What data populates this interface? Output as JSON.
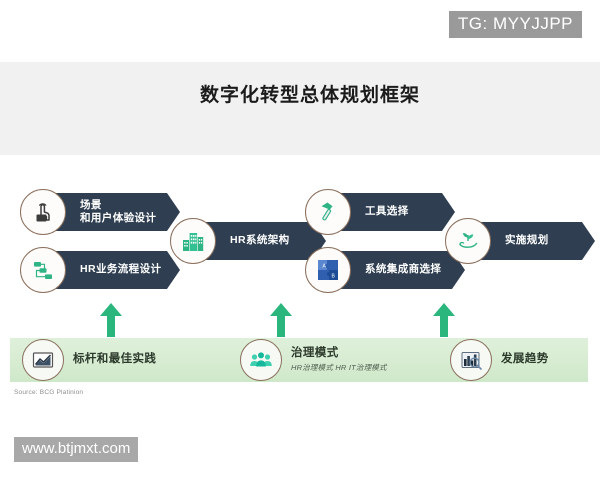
{
  "watermarks": {
    "telegram": "TG: MYYJJPP",
    "site": "www.btjmxt.com"
  },
  "header": {
    "title": "数字化转型总体规划框架"
  },
  "colors": {
    "chevron": "#2f3f51",
    "bubble_border": "#8a6f5c",
    "arrow_green": "#2bb67d",
    "foundation_band": "#d7ecd2",
    "header_band": "#f1f1f1",
    "icon_green": "#2fb486",
    "icon_blue": "#2f5fae"
  },
  "diagram": {
    "nodes": [
      {
        "id": "scenario-ux-design",
        "icon": "hand-tap-icon",
        "lines": [
          "场景",
          "和用户体验设计"
        ],
        "column": 1
      },
      {
        "id": "hr-process-design",
        "icon": "flowchart-icon",
        "lines": [
          "HR业务流程设计"
        ],
        "column": 1
      },
      {
        "id": "hr-system-architecture",
        "icon": "buildings-icon",
        "lines": [
          "HR系统架构"
        ],
        "column": 2
      },
      {
        "id": "tool-selection",
        "icon": "hammer-icon",
        "lines": [
          "工具选择"
        ],
        "column": 3
      },
      {
        "id": "system-integrator-selection",
        "icon": "puzzle-icon",
        "lines": [
          "系统集成商选择"
        ],
        "column": 3
      },
      {
        "id": "implementation-plan",
        "icon": "sprout-hand-icon",
        "lines": [
          "实施规划"
        ],
        "column": 4
      }
    ],
    "foundation": [
      {
        "id": "benchmark-best-practice",
        "icon": "chart-picture-icon",
        "title": "标杆和最佳实践",
        "subtitle": ""
      },
      {
        "id": "governance-model",
        "icon": "people-group-icon",
        "title": "治理模式",
        "subtitle": "HR治理模式   HR IT治理模式"
      },
      {
        "id": "development-trend",
        "icon": "bar-chart-magnifier-icon",
        "title": "发展趋势",
        "subtitle": ""
      }
    ],
    "arrows": [
      {
        "id": "arrow-left",
        "label": "upward-arrow"
      },
      {
        "id": "arrow-middle",
        "label": "upward-arrow"
      },
      {
        "id": "arrow-right",
        "label": "upward-arrow"
      }
    ],
    "source": "Source: BCG Platinion"
  }
}
